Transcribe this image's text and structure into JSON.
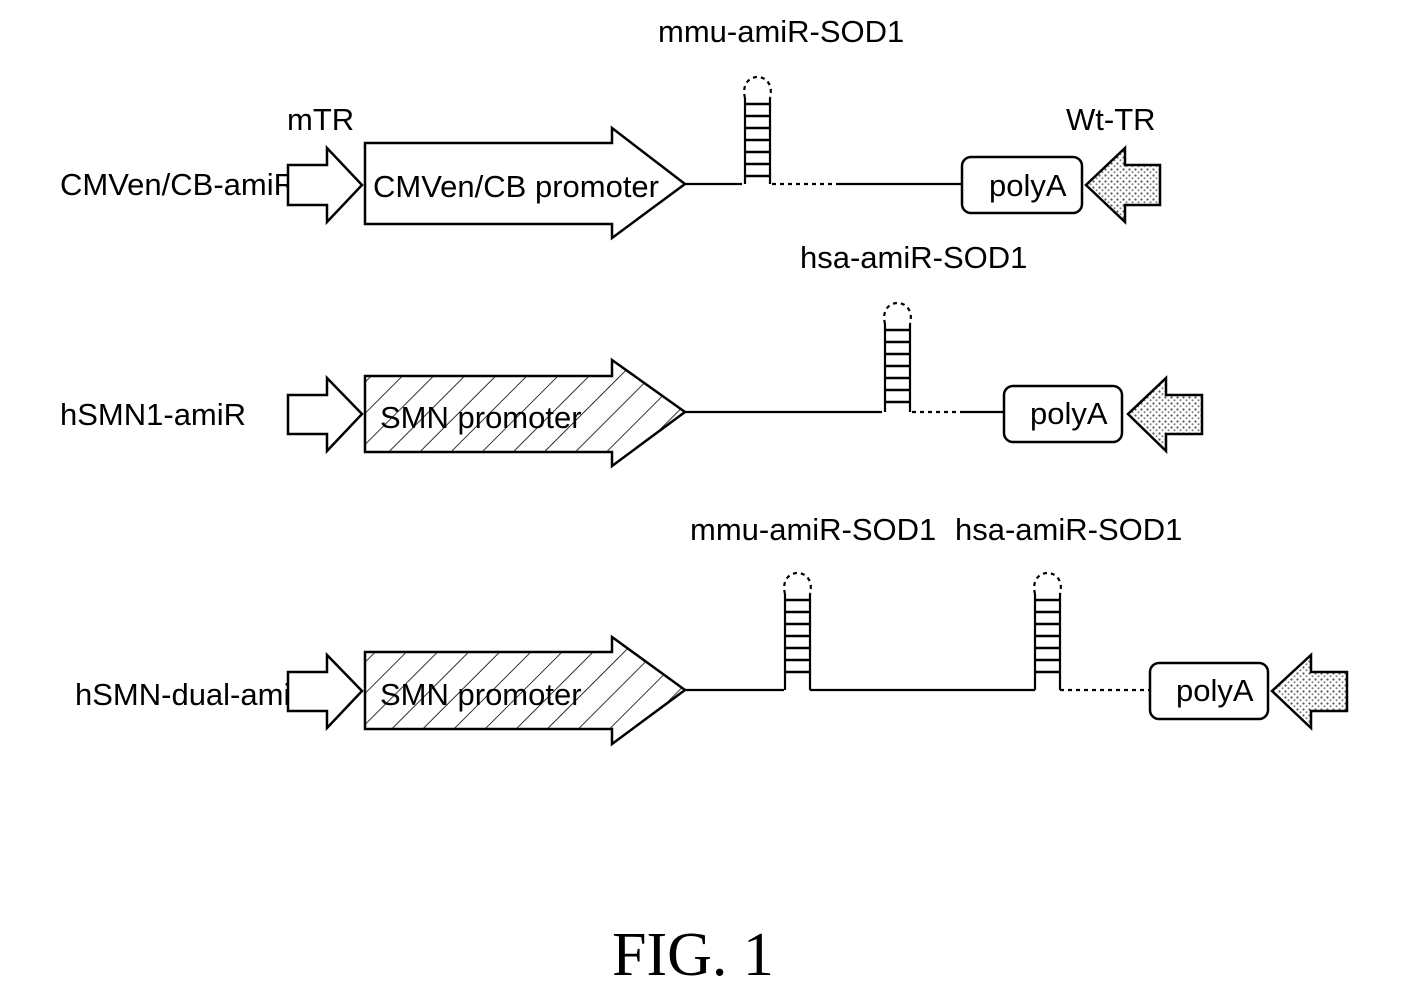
{
  "figure_label": "FIG. 1",
  "constructs": [
    {
      "name": "CMVen/CB-amiR",
      "left_tr": "mTR",
      "right_tr": "Wt-TR",
      "promoter": "CMVen/CB promoter",
      "hairpins": [
        "mmu-amiR-SOD1"
      ],
      "polyA": "polyA"
    },
    {
      "name": "hSMN1-amiR",
      "promoter": "SMN promoter",
      "hairpins": [
        "hsa-amiR-SOD1"
      ],
      "polyA": "polyA"
    },
    {
      "name": "hSMN-dual-amiR",
      "promoter": "SMN promoter",
      "hairpins": [
        "mmu-amiR-SOD1",
        "hsa-amiR-SOD1"
      ],
      "polyA": "polyA"
    }
  ],
  "legend_patterns": {
    "cmv_promoter": "plain",
    "smn_promoter": "hatched",
    "wt_tr": "stippled"
  }
}
